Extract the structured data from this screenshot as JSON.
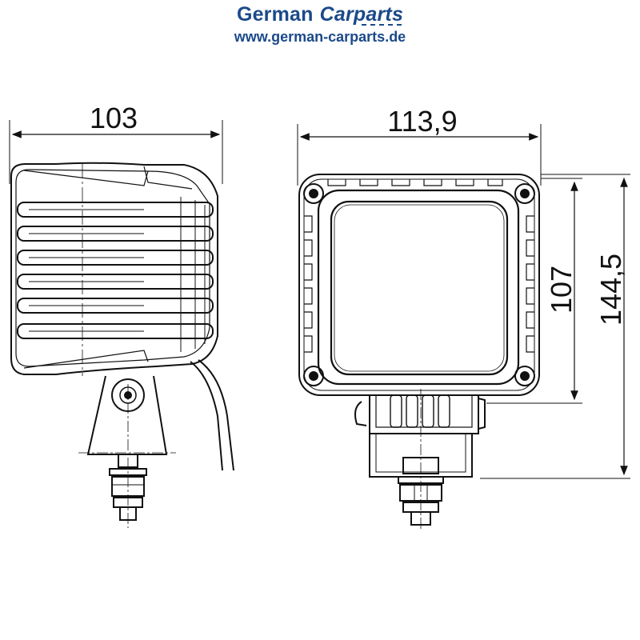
{
  "brand": {
    "name_part1": "German",
    "name_part2": "Carparts",
    "url": "www.german-carparts.de"
  },
  "dimensions": {
    "side_width": "103",
    "front_width": "113,9",
    "lens_height": "107",
    "total_height": "144,5"
  },
  "colors": {
    "brand_blue": "#1b4a8a",
    "line": "#111111"
  }
}
